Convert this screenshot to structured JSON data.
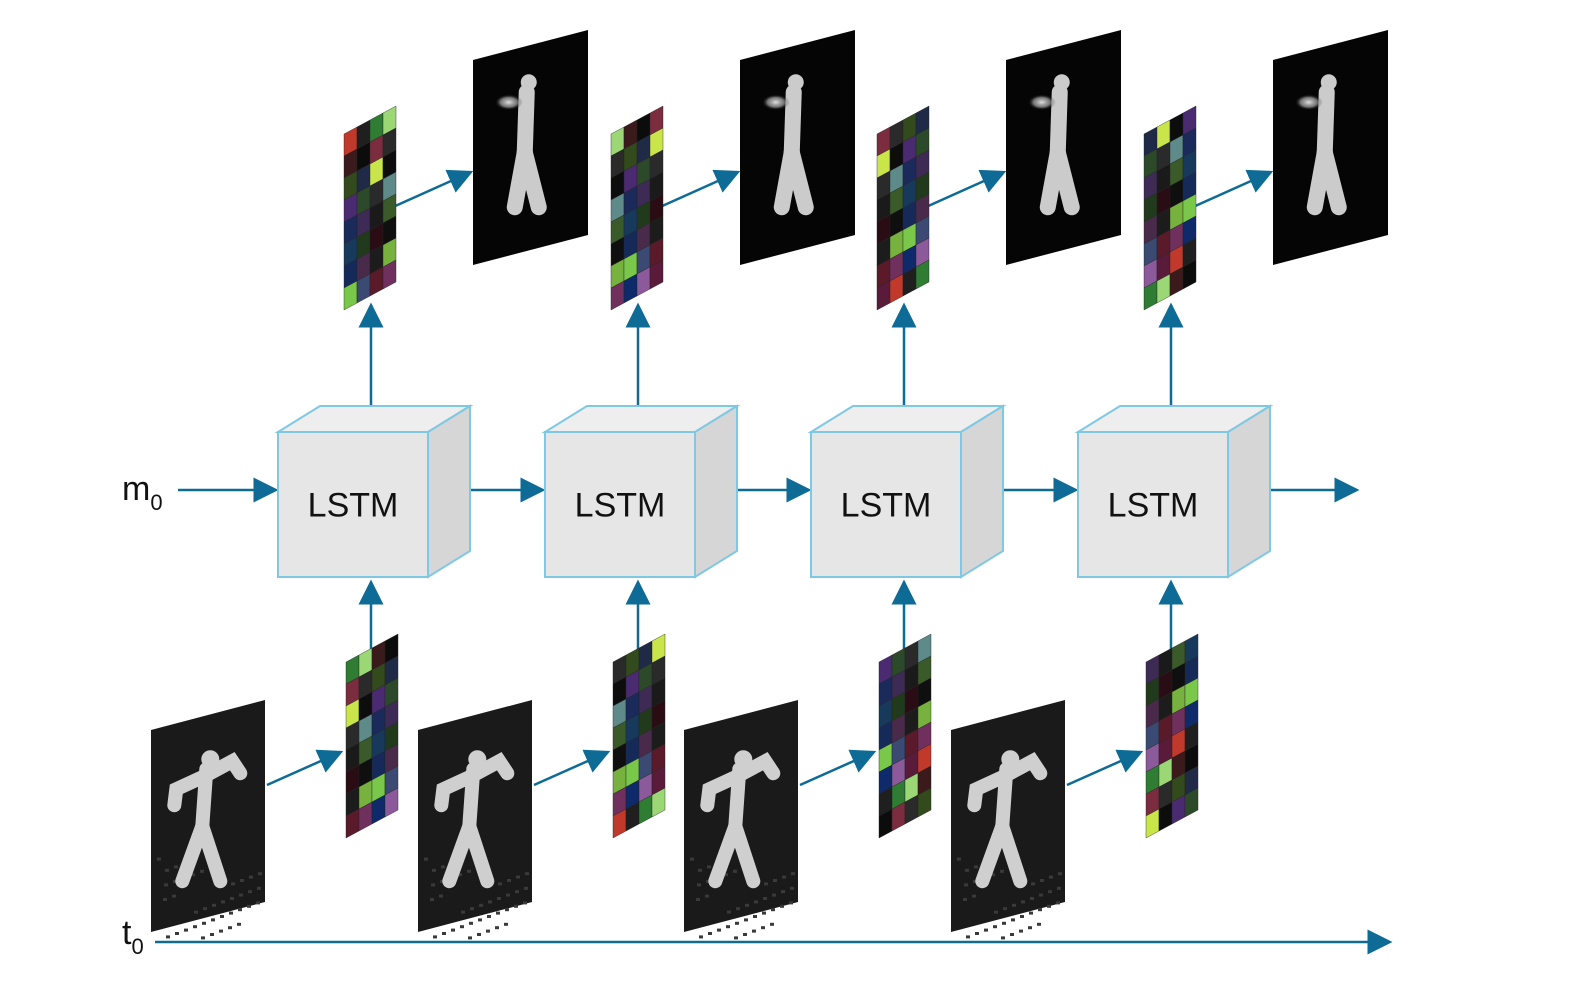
{
  "steps": [
    {
      "label": "LSTM"
    },
    {
      "label": "LSTM"
    },
    {
      "label": "LSTM"
    },
    {
      "label": "LSTM"
    }
  ],
  "memory_label": {
    "base": "m",
    "sub": "0"
  },
  "time_label": {
    "base": "t",
    "sub": "0"
  },
  "colors": {
    "arrow": "#0e6b96",
    "lstm_face": "#e6e6e6",
    "lstm_side": "#d6d6d6",
    "lstm_edge": "#7fc8e4"
  },
  "feature_palette": [
    "#c0392b",
    "#1f1f1f",
    "#2e7d32",
    "#9bd774",
    "#3a1a1a",
    "#0c0c0c",
    "#7b2c3e",
    "#2a2a2a",
    "#324a1c",
    "#1e2a46",
    "#c9e54a",
    "#0d0d0d",
    "#4a2a70",
    "#2c4a2a",
    "#2a2a2a",
    "#5e8a8a",
    "#1a2a5a",
    "#3d2a55",
    "#1a1a1a",
    "#3a5a2a",
    "#173a5c",
    "#223a1c",
    "#2a0c14",
    "#0f0f0f",
    "#162a5a",
    "#4a2a4a",
    "#1c1c1c",
    "#78b23e",
    "#79c84a",
    "#3a4a72",
    "#5a1a2a",
    "#70305e",
    "#0f2a6a",
    "#8c5a9a",
    "#5a1a3a",
    "#ffffff"
  ]
}
